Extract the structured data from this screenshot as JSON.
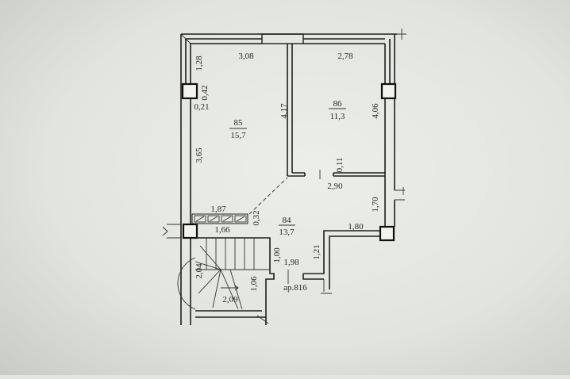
{
  "plan": {
    "rooms": [
      {
        "number": "85",
        "area": "15,7"
      },
      {
        "number": "86",
        "area": "11,3"
      },
      {
        "number": "84",
        "area": "13,7"
      }
    ],
    "dimensions": {
      "d308": "3,08",
      "d278": "2,78",
      "d128": "1,28",
      "d042": "0,42",
      "d021": "0,21",
      "d417": "4,17",
      "d406": "4,06",
      "d365": "3,65",
      "d011": "0,11",
      "d290": "2,90",
      "d170": "1,70",
      "d187": "1,87",
      "d166": "1,66",
      "d032": "0,32",
      "d180": "1,80",
      "d121": "1,21",
      "d100": "1,00",
      "d198": "1,98",
      "d204": "2,04",
      "d106": "1,06",
      "d209": "2,09"
    },
    "door_note": "ар.816"
  }
}
